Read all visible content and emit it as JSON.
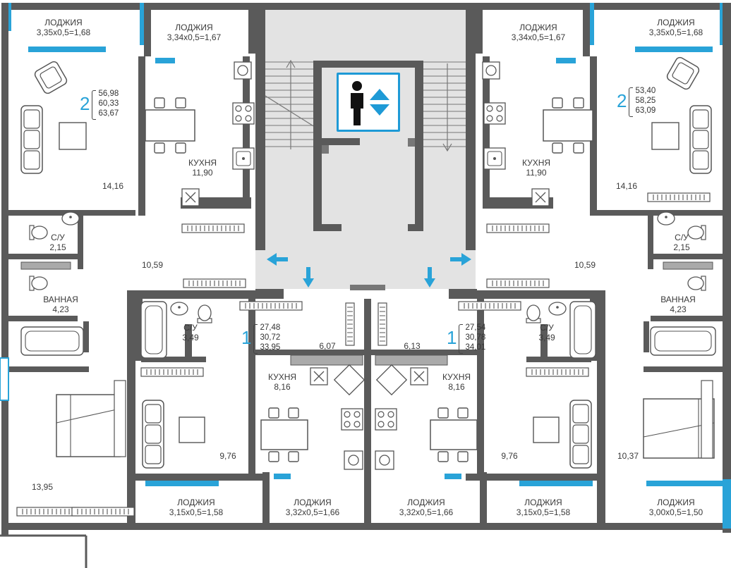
{
  "plan": {
    "colors": {
      "wall": "#5a5a5a",
      "window": "#29a3d8",
      "stair_hall": "#e3e3e3",
      "text": "#3a3a3a",
      "accent": "#29a3d8"
    },
    "icons": [
      "elevator-icon",
      "person-icon",
      "up-down-arrows-icon",
      "sofa-icon",
      "armchair-icon",
      "dining-table-icon",
      "stove-icon",
      "sink-icon",
      "toilet-icon",
      "bathtub-icon",
      "bed-icon",
      "wardrobe-icon",
      "entrance-arrow-icon"
    ],
    "apartments": [
      {
        "id": "apt-2-left",
        "rooms": "2",
        "areas": [
          "56,98",
          "60,33",
          "63,67"
        ]
      },
      {
        "id": "apt-1-left",
        "rooms": "1",
        "areas": [
          "27,48",
          "30,72",
          "33,95"
        ]
      },
      {
        "id": "apt-1-right",
        "rooms": "1",
        "areas": [
          "27,54",
          "30,78",
          "34,01"
        ]
      },
      {
        "id": "apt-2-right",
        "rooms": "2",
        "areas": [
          "53,40",
          "58,25",
          "63,09"
        ]
      }
    ],
    "loggias": [
      {
        "title": "ЛОДЖИЯ",
        "size": "3,35х0,5=1,68"
      },
      {
        "title": "ЛОДЖИЯ",
        "size": "3,34х0,5=1,67"
      },
      {
        "title": "ЛОДЖИЯ",
        "size": "3,34х0,5=1,67"
      },
      {
        "title": "ЛОДЖИЯ",
        "size": "3,35х0,5=1,68"
      },
      {
        "title": "ЛОДЖИЯ",
        "size": "3,15х0,5=1,58"
      },
      {
        "title": "ЛОДЖИЯ",
        "size": "3,32х0,5=1,66"
      },
      {
        "title": "ЛОДЖИЯ",
        "size": "3,32х0,5=1,66"
      },
      {
        "title": "ЛОДЖИЯ",
        "size": "3,15х0,5=1,58"
      },
      {
        "title": "ЛОДЖИЯ",
        "size": "3,00х0,5=1,50"
      }
    ],
    "rooms": [
      {
        "name": "КУХНЯ",
        "area": "11,90"
      },
      {
        "name": "КУХНЯ",
        "area": "11,90"
      },
      {
        "name": "С/У",
        "area": "2,15"
      },
      {
        "name": "С/У",
        "area": "2,15"
      },
      {
        "name": "ВАННАЯ",
        "area": "4,23"
      },
      {
        "name": "ВАННАЯ",
        "area": "4,23"
      },
      {
        "name": "С/У",
        "area": "3,49"
      },
      {
        "name": "С/У",
        "area": "3,49"
      },
      {
        "name": "КУХНЯ",
        "area": "8,16"
      },
      {
        "name": "КУХНЯ",
        "area": "8,16"
      }
    ],
    "areas": [
      "14,16",
      "14,16",
      "10,59",
      "10,59",
      "13,95",
      "6,07",
      "6,13",
      "9,76",
      "9,76",
      "10,37"
    ]
  }
}
